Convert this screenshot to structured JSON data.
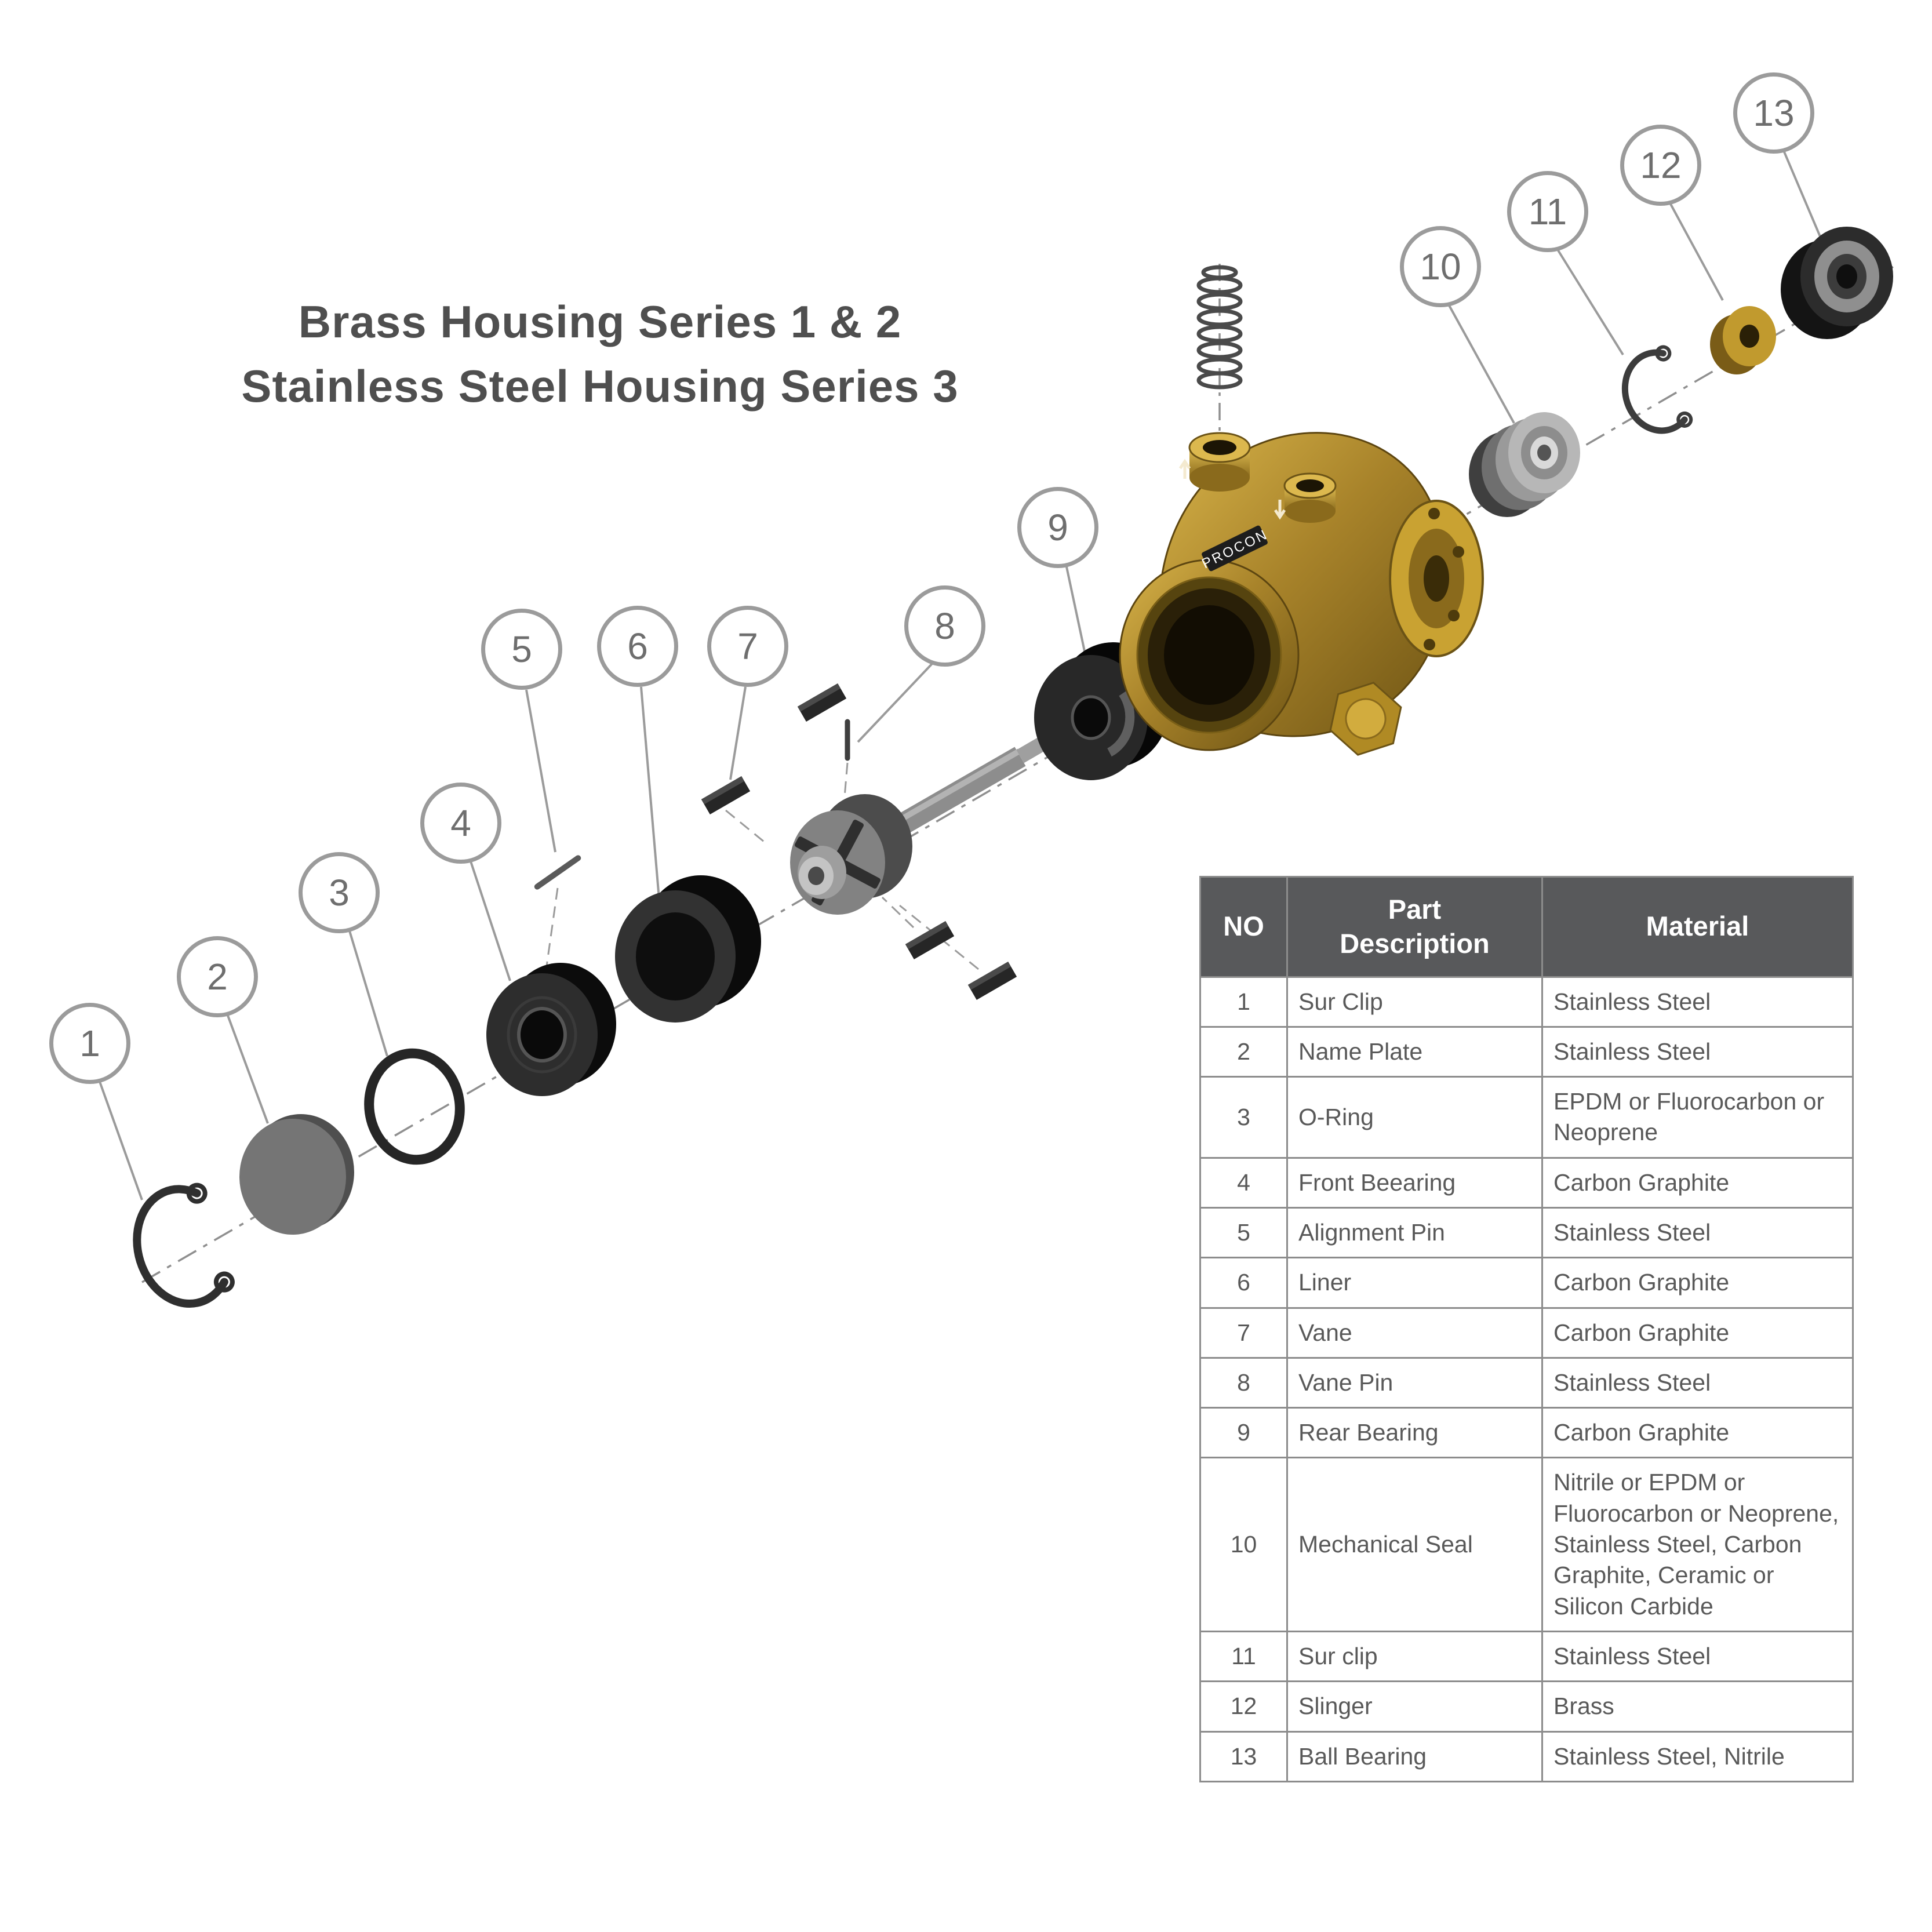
{
  "title": {
    "line1": "Brass Housing Series 1 & 2",
    "line2": "Stainless Steel Housing Series 3"
  },
  "diagram": {
    "body_label": "PROCON"
  },
  "callouts": [
    {
      "n": "1"
    },
    {
      "n": "2"
    },
    {
      "n": "3"
    },
    {
      "n": "4"
    },
    {
      "n": "5"
    },
    {
      "n": "6"
    },
    {
      "n": "7"
    },
    {
      "n": "8"
    },
    {
      "n": "9"
    },
    {
      "n": "10"
    },
    {
      "n": "11"
    },
    {
      "n": "12"
    },
    {
      "n": "13"
    }
  ],
  "table": {
    "headers": {
      "no": "NO",
      "part": "Part Description",
      "material": "Material"
    },
    "rows": [
      {
        "no": "1",
        "part": "Sur Clip",
        "material": "Stainless Steel"
      },
      {
        "no": "2",
        "part": "Name Plate",
        "material": "Stainless Steel"
      },
      {
        "no": "3",
        "part": "O-Ring",
        "material": "EPDM or Fluorocarbon or Neoprene"
      },
      {
        "no": "4",
        "part": "Front Beearing",
        "material": "Carbon Graphite"
      },
      {
        "no": "5",
        "part": "Alignment Pin",
        "material": "Stainless Steel"
      },
      {
        "no": "6",
        "part": "Liner",
        "material": "Carbon Graphite"
      },
      {
        "no": "7",
        "part": "Vane",
        "material": "Carbon Graphite"
      },
      {
        "no": "8",
        "part": "Vane Pin",
        "material": "Stainless Steel"
      },
      {
        "no": "9",
        "part": "Rear Bearing",
        "material": "Carbon Graphite"
      },
      {
        "no": "10",
        "part": "Mechanical Seal",
        "material": "Nitrile or EPDM or Fluorocarbon or Neoprene,  Stainless Steel, Carbon Graphite, Ceramic or Silicon Carbide"
      },
      {
        "no": "11",
        "part": "Sur clip",
        "material": "Stainless Steel"
      },
      {
        "no": "12",
        "part": "Slinger",
        "material": "Brass"
      },
      {
        "no": "13",
        "part": "Ball Bearing",
        "material": "Stainless Steel, Nitrile"
      }
    ]
  },
  "colors": {
    "brass": "#A8832A",
    "table_header_bg": "#58595B",
    "table_text": "#595959",
    "callout_stroke": "#9B9B9B",
    "centerline": "#8F8F8F"
  }
}
